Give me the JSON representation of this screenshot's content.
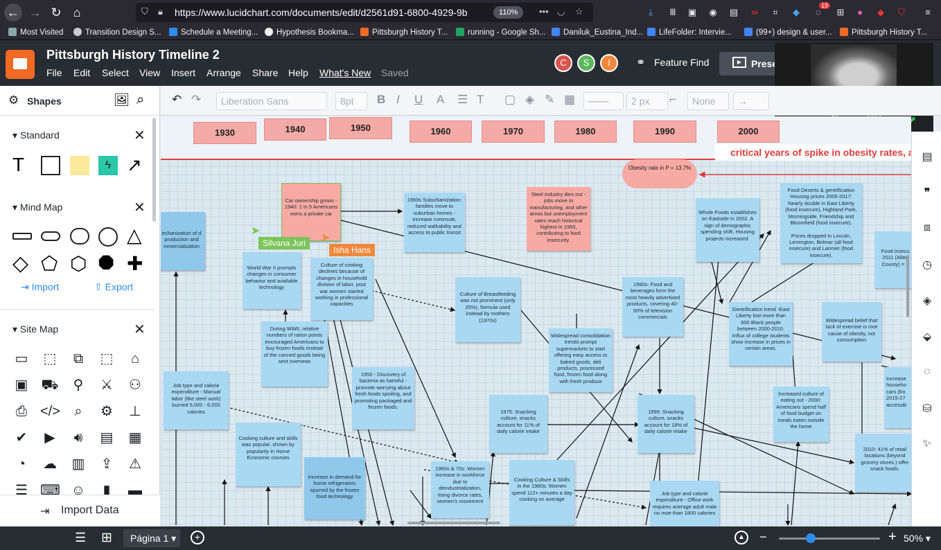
{
  "browser": {
    "url": "https://www.lucidchart.com/documents/edit/d2561d91-6800-4929-9b",
    "zoom": "110%",
    "badge_count": "19",
    "bookmarks": [
      "Most Visited",
      "Transition Design S...",
      "Schedule a Meeting...",
      "Hypothesis Bookma...",
      "Pittsburgh History T...",
      "running - Google Sh...",
      "Daniluk_Eustina_Ind...",
      "LifeFolder: Intervie...",
      "(99+) design & user...",
      "Pittsburgh History T..."
    ]
  },
  "app": {
    "title": "Pittsburgh History Timeline 2",
    "menu": [
      "File",
      "Edit",
      "Select",
      "View",
      "Insert",
      "Arrange",
      "Share",
      "Help",
      "What's New"
    ],
    "saved_status": "Saved",
    "collaborators": [
      "C",
      "S",
      "I"
    ],
    "feature_find": "Feature Find",
    "present": "Prese"
  },
  "toolbar": {
    "font": "Liberation Sans",
    "font_size": "8pt",
    "line_width": "2 px",
    "arrow_none": "None"
  },
  "left_panel": {
    "title": "Shapes",
    "sections": {
      "standard": "Standard",
      "mind_map": "Mind Map",
      "site_map": "Site Map"
    },
    "import": "Import",
    "export": "Export",
    "import_data": "Import Data"
  },
  "canvas": {
    "years": [
      "1930",
      "1940",
      "1950",
      "1960",
      "1970",
      "1980",
      "1990",
      "2000"
    ],
    "critical_banner": "critical years of spike in obesity rates, a",
    "obesity_rate": "Obesity rate in P = 13.7%",
    "cursors": {
      "silvana": "Silvana Juri",
      "isha": "Isha Hans"
    },
    "notes": {
      "mechanization": "echanization of d production and mmercialization",
      "car_ownership": "Car ownership grows - 1940: 1 in 5 Americans owns a private car",
      "suburbanization": "1960s Suburbanization: families move to suburban homes - increase commute, reduced walkability and access to public transit",
      "steel": "Steel industry dies out - jobs move to manufacturing, and other areas but unemployment rates reach historical highest in 1983, contributing to food insecurity.",
      "whole_foods": "Whole Foods establishes on Eastside in 2002. A sign of demographic spending shift. Housing projects increased.",
      "food_deserts": "Food Deserts & gentrification Housing prices 2005-2017: Nearly double in East Liberty (food insecure), Highland Park, Morningside, Friendship and Bloomfield (food insecure).\n\nPrices dropped in Lincoln, Lemington, Belmar (all food insecure) and Larimer (food insecure).",
      "food_insecurity_2011": "Food insecu 2011 (Alleg County) = 1",
      "ww2_prompts": "World War II prompts changes in consumer behavior and available technology",
      "culture_cooking": "Culture of cooking declines because of changes in household division of labor, post war women started working in professional capacities",
      "breastfeeding": "Culture of Breastfeeding was not prominent (only 25%), formula used instead by mothers (1970s)",
      "advertised": "1990s: Food and beverages form the most heavily advertised products, covering 40-50% of television commercials",
      "gentrification_trend": "Gentrification trend -East Liberty lost more than 600 Black people between 2000-2010. Influx of college students show increase in prices in certain areas.",
      "widespread_belief": "Widespread belief that lack of exercise is root cause of obesity, not consumption",
      "ration_points": "During WWII, relative numbers of ration points encouraged Americans to buy frozen foods instead of the canned goods being sent overseas",
      "consolidation": "Widespread consolidation trends prompt supermarkets to start offering easy access to baked goods, deli products, processed food, frozen food along with fresh produce",
      "job_type": "Job type and calorie expenditure - Manual labor (like steel work) burned 5,000 - 6,000 calories",
      "bacteria": "1950 - Discovery of bacteria as harmful - promote worrying about fresh foods spoiling, and promoting packaged and frozen foods.",
      "snacking_1975": "1975: Snacking culture, snacks account for 11% of daily calorie intake",
      "snacking_1995": "1995: Snacking culture, snacks account for 18% of daily calorie intake",
      "eating_out": "Increased culture of eating out - 2000: Americans spend half of food budget on meals eaten outside the home",
      "increase_cars": "Increase househo cars (fro 2015-27 accessib",
      "retail_2010": "2010: 41% of retail locations (beyond grocery stores.) offer snack foods.",
      "cooking_popular": "Cooking culture and skills was popular, shown by popularity in Home Economic courses",
      "refrigerators": "Increase in demand for home refrigerators spurred by the frozen food technology",
      "women_workforce": "1960s & 70s: Women increase in workforce due to deindustrialization, rising divorce rates, women's movement",
      "cooking_skills_1960s": "Cooking Culture & Skills in the 1960s: Women spend 112+ minutes a day cooking on average",
      "office_work": "Job type and calorie expenditure - Office work requires average adult male no moe than 1800 calories"
    }
  },
  "bottom": {
    "page": "Página 1",
    "zoom": "50%"
  }
}
